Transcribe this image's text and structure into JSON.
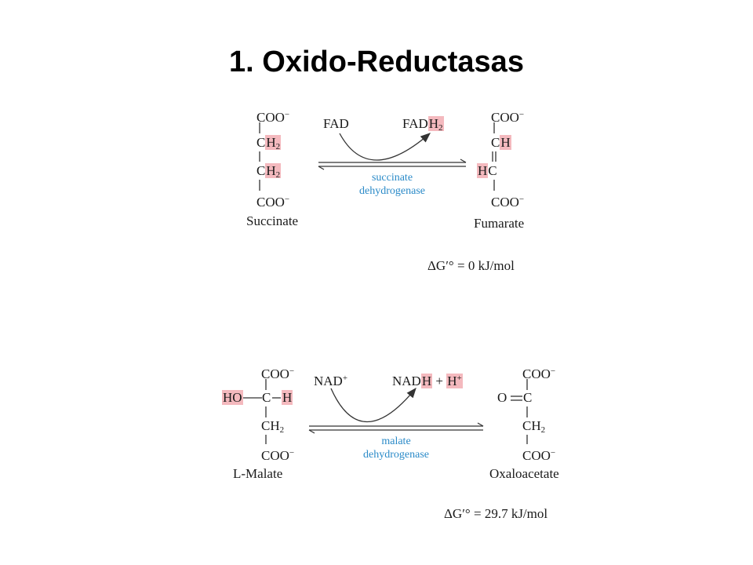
{
  "title": "1. Oxido-Reductasas",
  "reaction1": {
    "substrate_name": "Succinate",
    "product_name": "Fumarate",
    "cofactor_in": "FAD",
    "cofactor_out": "FAD",
    "cofactor_out_h": "H",
    "enzyme_line1": "succinate",
    "enzyme_line2": "dehydrogenase",
    "delta_g": "ΔG′° = 0 kJ/mol",
    "coo": "COO",
    "ch": "CH",
    "c": "C",
    "h": "H",
    "sub2": "2",
    "minus": "−"
  },
  "reaction2": {
    "substrate_name": "L-Malate",
    "product_name": "Oxaloacetate",
    "cofactor_in": "NAD",
    "cofactor_in_sup": "+",
    "cofactor_out": "NAD",
    "cofactor_out_h": "H",
    "plus": "+",
    "proton": "H",
    "proton_sup": "+",
    "enzyme_line1": "malate",
    "enzyme_line2": "dehydrogenase",
    "delta_g": "ΔG′° = 29.7 kJ/mol",
    "ho": "HO",
    "o": "O",
    "coo": "COO",
    "ch": "CH",
    "c": "C",
    "h": "H",
    "sub2": "2",
    "minus": "−"
  },
  "colors": {
    "highlight": "#f4b9be",
    "enzyme_text": "#2a8ac8"
  }
}
